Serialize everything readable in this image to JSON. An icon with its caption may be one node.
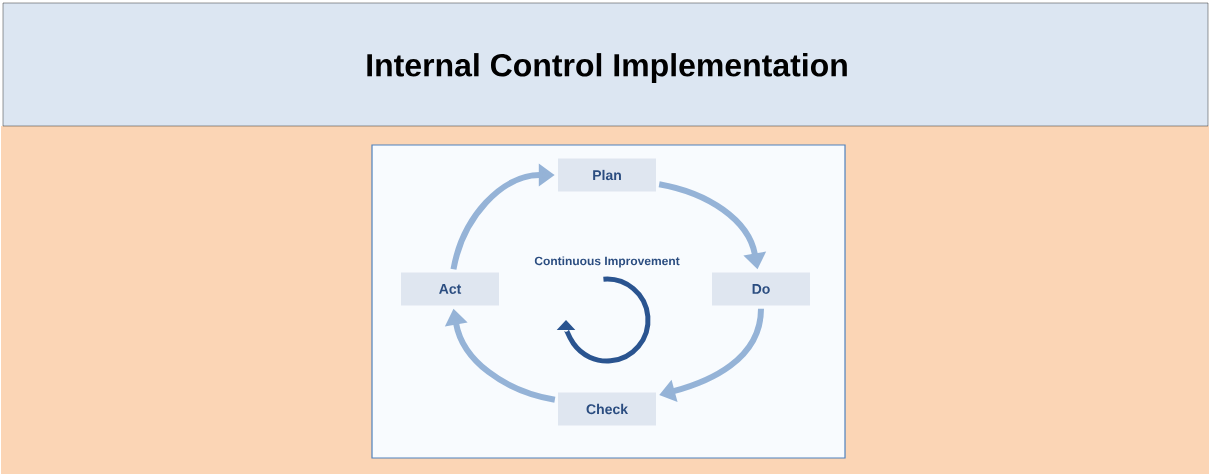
{
  "diagram": {
    "title": "Internal Control Implementation",
    "nodes": [
      {
        "text": [
          "Plan"
        ]
      },
      {
        "text": [
          "Do"
        ]
      },
      {
        "text": [
          "Check"
        ]
      },
      {
        "text": [
          "Act"
        ]
      }
    ],
    "edges": [
      {
        "from": 3,
        "to": 0,
        "arrow": "to"
      },
      {
        "from": 0,
        "to": 1,
        "arrow": "to"
      },
      {
        "from": 1,
        "to": 2,
        "arrow": "to"
      },
      {
        "from": 2,
        "to": 3,
        "arrow": "to"
      }
    ],
    "labels": [
      "Continuous Improvement"
    ]
  }
}
